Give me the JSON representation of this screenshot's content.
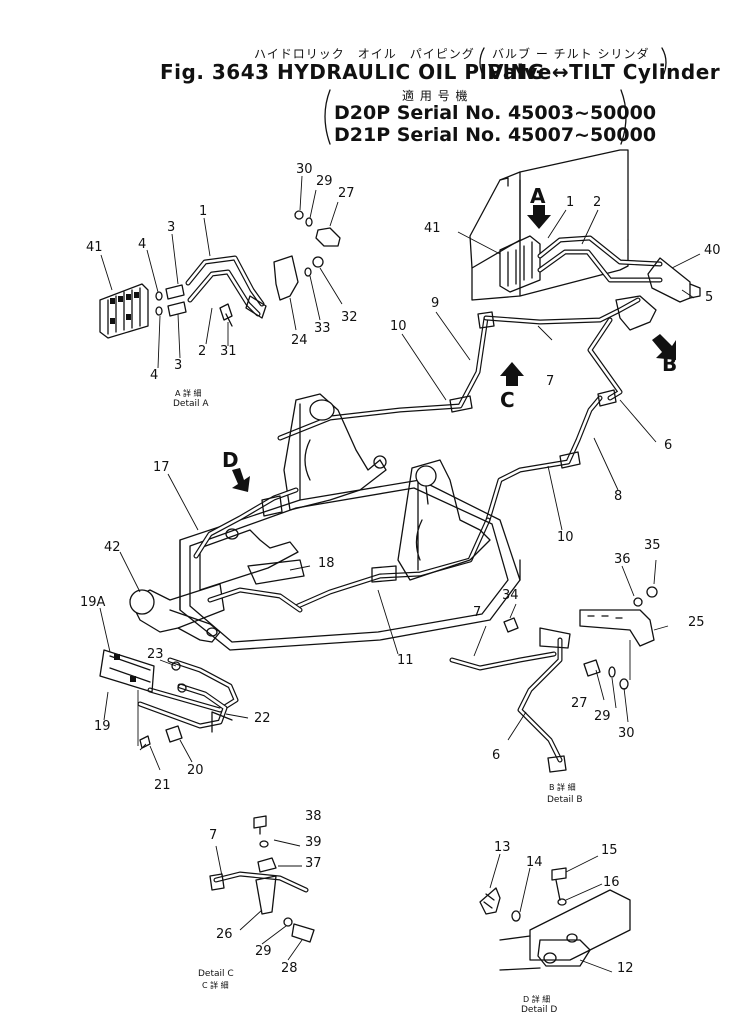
{
  "figure": {
    "title_kana": "ハイドロリック　オイル　パイピング",
    "subtitle_kana": "バルブ ー チルト シリンダ",
    "title_main": "Fig. 3643 HYDRAULIC OIL PIPING",
    "subtitle_main": "Valve↔TILT Cylinder",
    "applicable_kana": "適 用 号 機",
    "serials": [
      "D20P  Serial No. 45003~50000",
      "D21P  Serial No. 45007~50000"
    ]
  },
  "arrows": {
    "a": "A",
    "b": "B",
    "c": "C",
    "d": "D"
  },
  "details": {
    "a": {
      "jp": "A 詳 細",
      "en": "Detail A"
    },
    "b": {
      "jp": "B 詳 細",
      "en": "Detail B"
    },
    "c": {
      "en": "Detail C",
      "jp": "C 詳 細"
    },
    "d": {
      "jp": "D 詳 細",
      "en": "Detail D"
    }
  },
  "callouts": {
    "a_41": "41",
    "a_4_top": "4",
    "a_3_top": "3",
    "a_1": "1",
    "a_30": "30",
    "a_29": "29",
    "a_27": "27",
    "a_4_bot": "4",
    "a_3_bot": "3",
    "a_2": "2",
    "a_31": "31",
    "a_24": "24",
    "a_33": "33",
    "a_32": "32",
    "m_41": "41",
    "m_1": "1",
    "m_2": "2",
    "m_40": "40",
    "m_5": "5",
    "m_9": "9",
    "m_10_top": "10",
    "m_7": "7",
    "m_6": "6",
    "m_8": "8",
    "m_10_mid": "10",
    "m_17": "17",
    "m_18": "18",
    "m_42": "42",
    "m_11": "11",
    "m_19a": "19A",
    "m_23": "23",
    "m_22": "22",
    "m_19": "19",
    "m_21": "21",
    "m_20": "20",
    "b_36": "36",
    "b_35": "35",
    "b_34": "34",
    "b_7": "7",
    "b_25": "25",
    "b_27": "27",
    "b_29": "29",
    "b_30": "30",
    "b_6": "6",
    "c_38": "38",
    "c_39": "39",
    "c_7": "7",
    "c_37": "37",
    "c_26": "26",
    "c_29": "29",
    "c_28": "28",
    "d_13": "13",
    "d_14": "14",
    "d_15": "15",
    "d_16": "16",
    "d_12": "12"
  }
}
